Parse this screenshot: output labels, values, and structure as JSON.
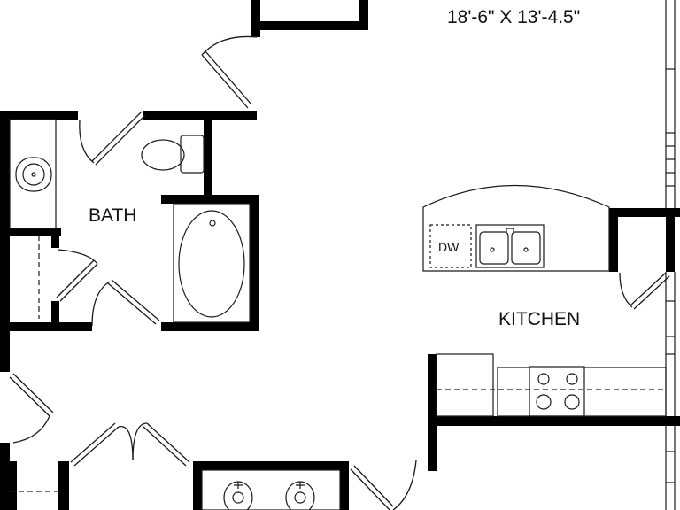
{
  "plan": {
    "dimension_label": "18'-6\" X 13'-4.5\"",
    "rooms": {
      "bath": "BATH",
      "kitchen": "KITCHEN"
    },
    "appliances": {
      "dishwasher": "DW"
    }
  },
  "colors": {
    "wall": "#000000",
    "line": "#1a1a1a",
    "fixture": "#555555",
    "background": "#ffffff"
  }
}
